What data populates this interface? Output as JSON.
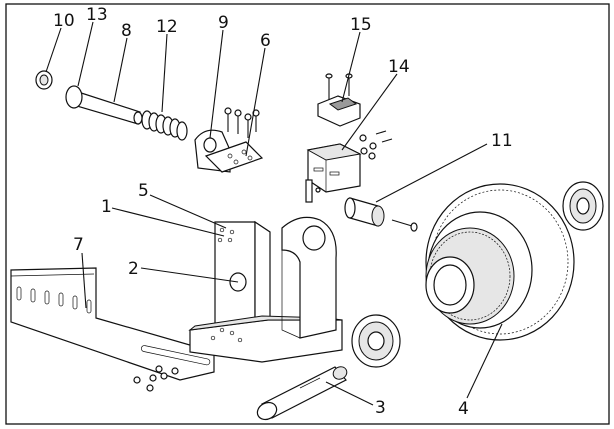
{
  "labels": [
    {
      "id": "label-1",
      "text": "1"
    },
    {
      "id": "label-2",
      "text": "2"
    },
    {
      "id": "label-3",
      "text": "3"
    },
    {
      "id": "label-4",
      "text": "4"
    },
    {
      "id": "label-5",
      "text": "5"
    },
    {
      "id": "label-6",
      "text": "6"
    },
    {
      "id": "label-7",
      "text": "7"
    },
    {
      "id": "label-8",
      "text": "8"
    },
    {
      "id": "label-9",
      "text": "9"
    },
    {
      "id": "label-10",
      "text": "10"
    },
    {
      "id": "label-11",
      "text": "11"
    },
    {
      "id": "label-12",
      "text": "12"
    },
    {
      "id": "label-13",
      "text": "13"
    },
    {
      "id": "label-14",
      "text": "14"
    },
    {
      "id": "label-15",
      "text": "15"
    }
  ],
  "colors": {
    "ink": "#111111",
    "paper": "#ffffff",
    "shade": "#e6e6e6"
  }
}
